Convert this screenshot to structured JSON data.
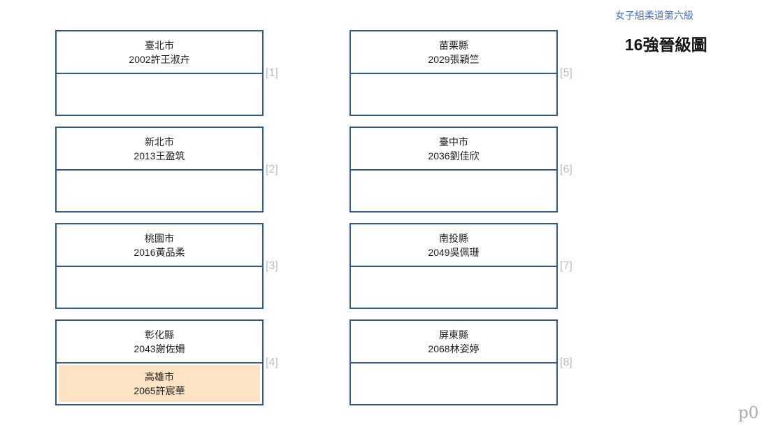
{
  "header": {
    "category_label": "女子組柔道第六級",
    "title": "16強晉級圖"
  },
  "watermark": "p0",
  "colors": {
    "box_border": "#345a84",
    "highlight_fill": "#fbe3c4",
    "match_label_gray": "#b9bec6",
    "category_blue": "#4472c4",
    "watermark_gray": "#b1aba3"
  },
  "bracket": {
    "matches": [
      {
        "label": "[1]",
        "top": {
          "region": "臺北市",
          "competitor": "2002許王淑卉"
        },
        "bottom": {
          "region": "",
          "competitor": ""
        },
        "bottom_highlighted": false
      },
      {
        "label": "[2]",
        "top": {
          "region": "新北市",
          "competitor": "2013王盈筑"
        },
        "bottom": {
          "region": "",
          "competitor": ""
        },
        "bottom_highlighted": false
      },
      {
        "label": "[3]",
        "top": {
          "region": "桃園市",
          "competitor": "2016黃品柔"
        },
        "bottom": {
          "region": "",
          "competitor": ""
        },
        "bottom_highlighted": false
      },
      {
        "label": "[4]",
        "top": {
          "region": "彰化縣",
          "competitor": "2043謝佐姍"
        },
        "bottom": {
          "region": "高雄市",
          "competitor": "2065許宸華"
        },
        "bottom_highlighted": true
      },
      {
        "label": "[5]",
        "top": {
          "region": "苗栗縣",
          "competitor": "2029張穎竺"
        },
        "bottom": {
          "region": "",
          "competitor": ""
        },
        "bottom_highlighted": false
      },
      {
        "label": "[6]",
        "top": {
          "region": "臺中市",
          "competitor": "2036劉佳欣"
        },
        "bottom": {
          "region": "",
          "competitor": ""
        },
        "bottom_highlighted": false
      },
      {
        "label": "[7]",
        "top": {
          "region": "南投縣",
          "competitor": "2049吳佩珊"
        },
        "bottom": {
          "region": "",
          "competitor": ""
        },
        "bottom_highlighted": false
      },
      {
        "label": "[8]",
        "top": {
          "region": "屏東縣",
          "competitor": "2068林姿婷"
        },
        "bottom": {
          "region": "",
          "competitor": ""
        },
        "bottom_highlighted": false
      }
    ]
  }
}
